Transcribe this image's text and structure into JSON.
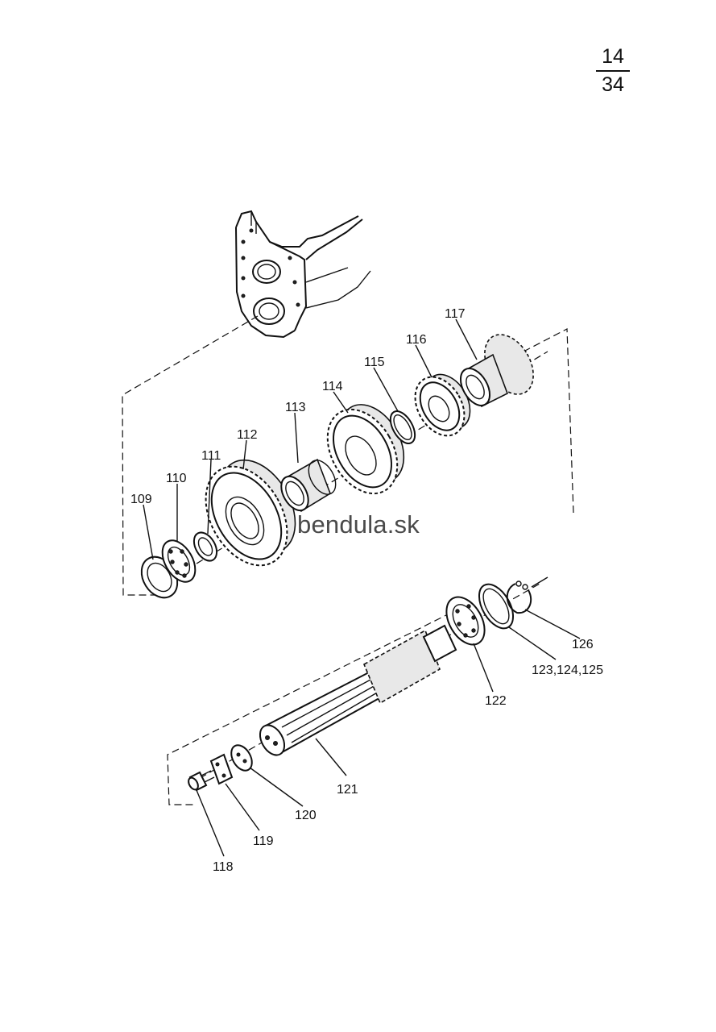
{
  "page_number": {
    "numerator": "14",
    "denominator": "34"
  },
  "watermark": "bendula.sk",
  "parts": [
    {
      "id": "109",
      "label": "109"
    },
    {
      "id": "110",
      "label": "110"
    },
    {
      "id": "111",
      "label": "111"
    },
    {
      "id": "112",
      "label": "112"
    },
    {
      "id": "113",
      "label": "113"
    },
    {
      "id": "114",
      "label": "114"
    },
    {
      "id": "115",
      "label": "115"
    },
    {
      "id": "116",
      "label": "116"
    },
    {
      "id": "117",
      "label": "117"
    },
    {
      "id": "118",
      "label": "118"
    },
    {
      "id": "119",
      "label": "119"
    },
    {
      "id": "120",
      "label": "120"
    },
    {
      "id": "121",
      "label": "121"
    },
    {
      "id": "122",
      "label": "122"
    },
    {
      "id": "123",
      "label": "123,124,125"
    },
    {
      "id": "126",
      "label": "126"
    }
  ]
}
